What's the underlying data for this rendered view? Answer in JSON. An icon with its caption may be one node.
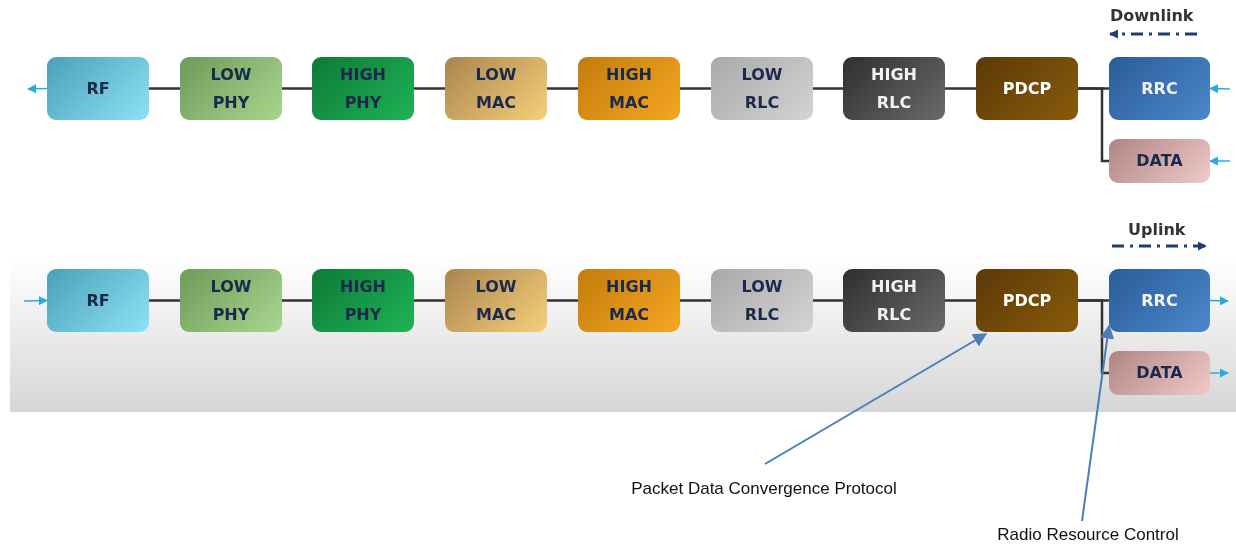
{
  "diagram": {
    "nodes": [
      {
        "text": [
          "RF"
        ]
      },
      {
        "text": [
          "LOW PHY"
        ]
      },
      {
        "text": [
          "HIGH PHY"
        ]
      },
      {
        "text": [
          "LOW MAC"
        ]
      },
      {
        "text": [
          "HIGH MAC"
        ]
      },
      {
        "text": [
          "LOW RLC"
        ]
      },
      {
        "text": [
          "HIGH RLC"
        ]
      },
      {
        "text": [
          "PDCP"
        ]
      },
      {
        "text": [
          "RRC"
        ]
      },
      {
        "text": [
          "DATA"
        ]
      },
      {
        "text": [
          "RF"
        ]
      },
      {
        "text": [
          "LOW PHY"
        ]
      },
      {
        "text": [
          "HIGH PHY"
        ]
      },
      {
        "text": [
          "LOW MAC"
        ]
      },
      {
        "text": [
          "HIGH MAC"
        ]
      },
      {
        "text": [
          "LOW RLC"
        ]
      },
      {
        "text": [
          "HIGH RLC"
        ]
      },
      {
        "text": [
          "PDCP"
        ]
      },
      {
        "text": [
          "RRC"
        ]
      },
      {
        "text": [
          "DATA"
        ]
      },
      {
        "text": [
          "Packet Data Convergence Protocol"
        ]
      },
      {
        "text": [
          "Radio Resource Control"
        ]
      }
    ],
    "edges": [
      {
        "from": 0,
        "to": 1,
        "arrow": "none"
      },
      {
        "from": 1,
        "to": 2,
        "arrow": "none"
      },
      {
        "from": 2,
        "to": 3,
        "arrow": "none"
      },
      {
        "from": 3,
        "to": 4,
        "arrow": "none"
      },
      {
        "from": 4,
        "to": 5,
        "arrow": "none"
      },
      {
        "from": 5,
        "to": 6,
        "arrow": "none"
      },
      {
        "from": 6,
        "to": 7,
        "arrow": "none"
      },
      {
        "from": 7,
        "to": 8,
        "arrow": "none"
      },
      {
        "from": 7,
        "to": 9,
        "arrow": "none"
      },
      {
        "from": 0,
        "to": null,
        "arrow": "to",
        "color": "#29abe2"
      },
      {
        "from": null,
        "to": 8,
        "arrow": "to",
        "color": "#29abe2"
      },
      {
        "from": null,
        "to": 9,
        "arrow": "to",
        "color": "#29abe2"
      },
      {
        "from": 10,
        "to": 11,
        "arrow": "none"
      },
      {
        "from": 11,
        "to": 12,
        "arrow": "none"
      },
      {
        "from": 12,
        "to": 13,
        "arrow": "none"
      },
      {
        "from": 13,
        "to": 14,
        "arrow": "none"
      },
      {
        "from": 14,
        "to": 15,
        "arrow": "none"
      },
      {
        "from": 15,
        "to": 16,
        "arrow": "none"
      },
      {
        "from": 16,
        "to": 17,
        "arrow": "none"
      },
      {
        "from": 17,
        "to": 18,
        "arrow": "none"
      },
      {
        "from": 17,
        "to": 19,
        "arrow": "none"
      },
      {
        "from": null,
        "to": 10,
        "arrow": "to",
        "color": "#29abe2"
      },
      {
        "from": 18,
        "to": null,
        "arrow": "to",
        "color": "#29abe2"
      },
      {
        "from": 19,
        "to": null,
        "arrow": "to",
        "color": "#29abe2"
      },
      {
        "from": 20,
        "to": 17,
        "arrow": "to",
        "color": "#4a7ebb"
      },
      {
        "from": 21,
        "to": 18,
        "arrow": "to",
        "color": "#4a7ebb"
      }
    ],
    "labels": [
      "Downlink",
      "Uplink"
    ]
  }
}
